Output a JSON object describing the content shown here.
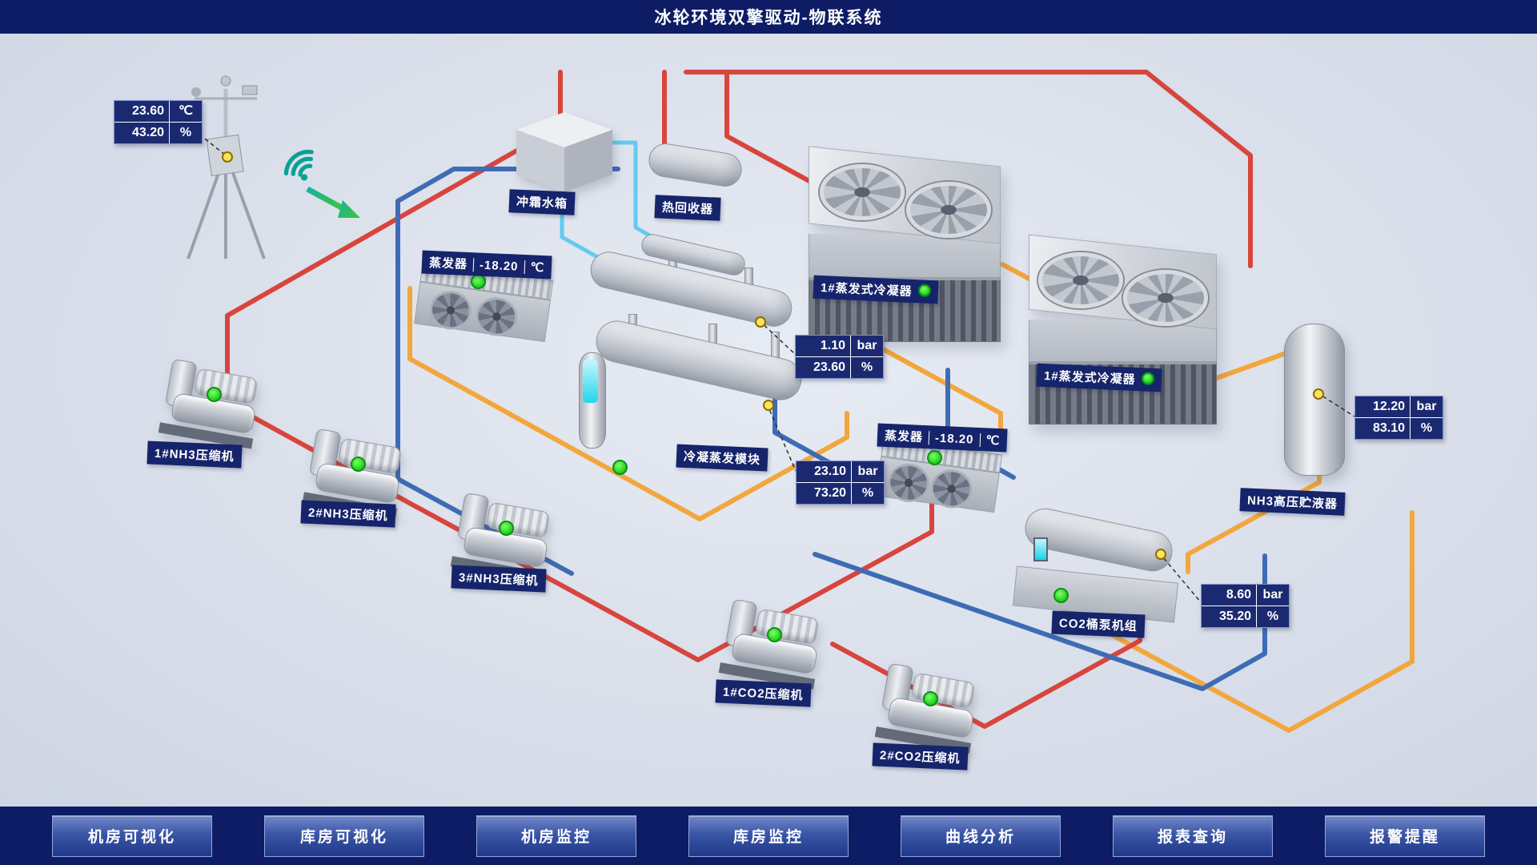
{
  "title": "冰轮环境双擎驱动-物联系统",
  "colors": {
    "pipe_red": "#d8453d",
    "pipe_blue": "#3e6cb4",
    "pipe_orange": "#f2a63c",
    "pipe_cyan": "#66c9ef",
    "label_bg": "#16246b",
    "status_green": "#2fd42f",
    "marker_yellow": "#ffe25a"
  },
  "equipment": {
    "defrost_tank": {
      "label": "冲霜水箱"
    },
    "heat_recovery": {
      "label": "热回收器"
    },
    "evaporator_1": {
      "label": "蒸发器",
      "temp": "-18.20",
      "temp_unit": "℃"
    },
    "evaporator_2": {
      "label": "蒸发器",
      "temp": "-18.20",
      "temp_unit": "℃"
    },
    "evap_condenser_1": {
      "label": "1#蒸发式冷凝器"
    },
    "evap_condenser_2": {
      "label": "1#蒸发式冷凝器"
    },
    "cond_evap_module": {
      "label": "冷凝蒸发模块"
    },
    "nh3_receiver": {
      "label": "NH3高压贮液器"
    },
    "co2_pump_unit": {
      "label": "CO2桶泵机组"
    },
    "nh3_compressor_1": {
      "label": "1#NH3压缩机"
    },
    "nh3_compressor_2": {
      "label": "2#NH3压缩机"
    },
    "nh3_compressor_3": {
      "label": "3#NH3压缩机"
    },
    "co2_compressor_1": {
      "label": "1#CO2压缩机"
    },
    "co2_compressor_2": {
      "label": "2#CO2压缩机"
    }
  },
  "gauges": {
    "ambient": {
      "rows": [
        {
          "value": "23.60",
          "unit": "℃"
        },
        {
          "value": "43.20",
          "unit": "%"
        }
      ]
    },
    "module_upper": {
      "rows": [
        {
          "value": "1.10",
          "unit": "bar"
        },
        {
          "value": "23.60",
          "unit": "%"
        }
      ]
    },
    "module_lower": {
      "rows": [
        {
          "value": "23.10",
          "unit": "bar"
        },
        {
          "value": "73.20",
          "unit": "%"
        }
      ]
    },
    "nh3_receiver": {
      "rows": [
        {
          "value": "12.20",
          "unit": "bar"
        },
        {
          "value": "83.10",
          "unit": "%"
        }
      ]
    },
    "co2_pump_unit": {
      "rows": [
        {
          "value": "8.60",
          "unit": "bar"
        },
        {
          "value": "35.20",
          "unit": "%"
        }
      ]
    }
  },
  "nav": {
    "items": [
      {
        "label": "机房可视化"
      },
      {
        "label": "库房可视化"
      },
      {
        "label": "机房监控"
      },
      {
        "label": "库房监控"
      },
      {
        "label": "曲线分析"
      },
      {
        "label": "报表查询"
      },
      {
        "label": "报警提醒"
      }
    ]
  }
}
